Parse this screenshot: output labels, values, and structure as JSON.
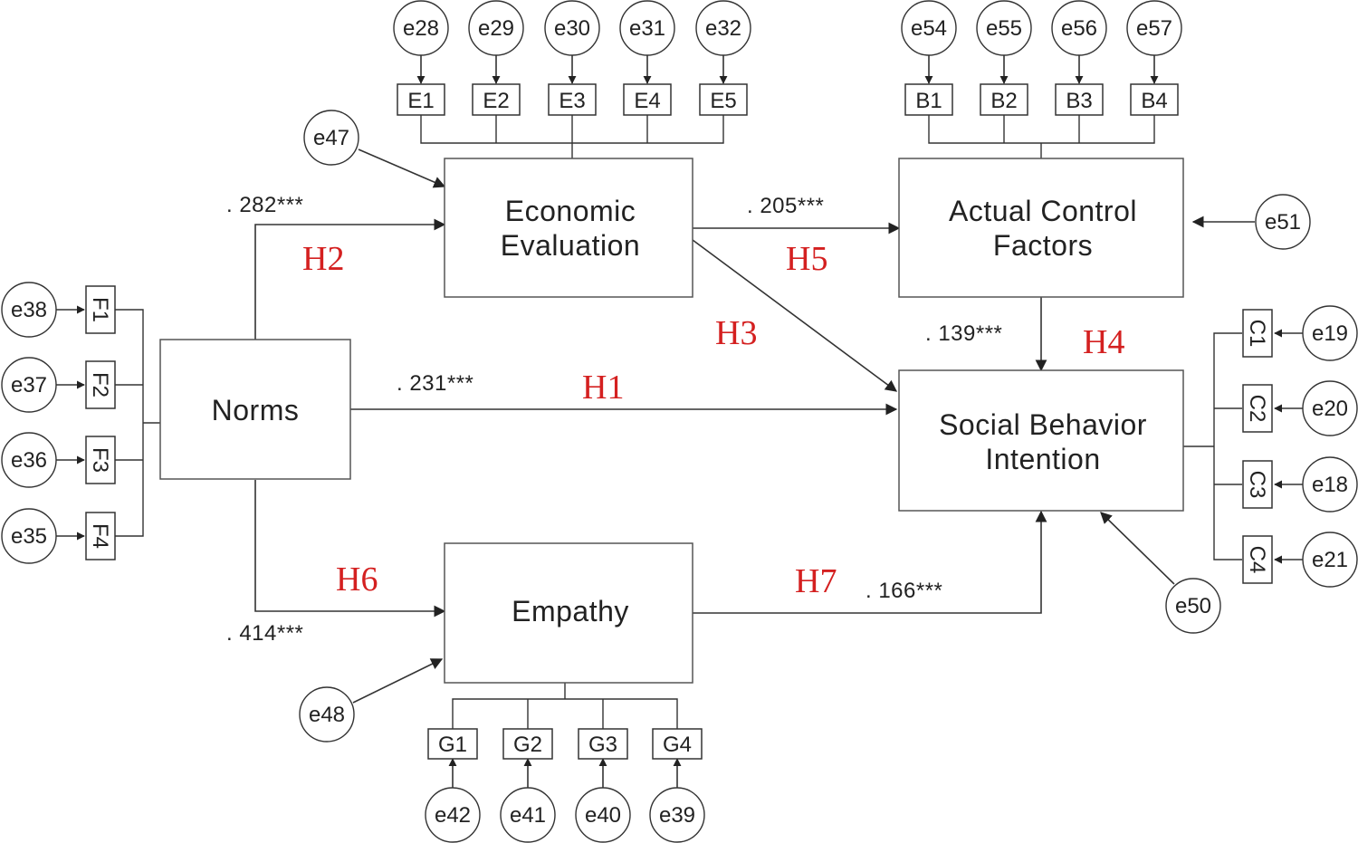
{
  "constructs": {
    "norms": "Norms",
    "economic": [
      "Economic",
      "Evaluation"
    ],
    "actual": [
      "Actual Control",
      "Factors"
    ],
    "social": [
      "Social Behavior",
      "Intention"
    ],
    "empathy": "Empathy"
  },
  "indicators": {
    "E": [
      "E1",
      "E2",
      "E3",
      "E4",
      "E5"
    ],
    "B": [
      "B1",
      "B2",
      "B3",
      "B4"
    ],
    "F": [
      "F1",
      "F2",
      "F3",
      "F4"
    ],
    "C": [
      "C1",
      "C2",
      "C3",
      "C4"
    ],
    "G": [
      "G1",
      "G2",
      "G3",
      "G4"
    ]
  },
  "errors": {
    "E": [
      "e28",
      "e29",
      "e30",
      "e31",
      "e32"
    ],
    "B": [
      "e54",
      "e55",
      "e56",
      "e57"
    ],
    "F": [
      "e38",
      "e37",
      "e36",
      "e35"
    ],
    "C": [
      "e19",
      "e20",
      "e18",
      "e21"
    ],
    "G": [
      "e42",
      "e41",
      "e40",
      "e39"
    ],
    "economic": "e47",
    "actual": "e51",
    "social": "e50",
    "empathy": "e48"
  },
  "paths": {
    "h1": {
      "label": "H1",
      "coef": ". 231***"
    },
    "h2": {
      "label": "H2",
      "coef": ". 282***"
    },
    "h3": {
      "label": "H3"
    },
    "h4": {
      "label": "H4",
      "coef": ". 139***"
    },
    "h5": {
      "label": "H5",
      "coef": ". 205***"
    },
    "h6": {
      "label": "H6",
      "coef": ". 414***"
    },
    "h7": {
      "label": "H7",
      "coef": ". 166***"
    }
  },
  "colors": {
    "hypothesis": "#d42020",
    "line": "#333333"
  }
}
